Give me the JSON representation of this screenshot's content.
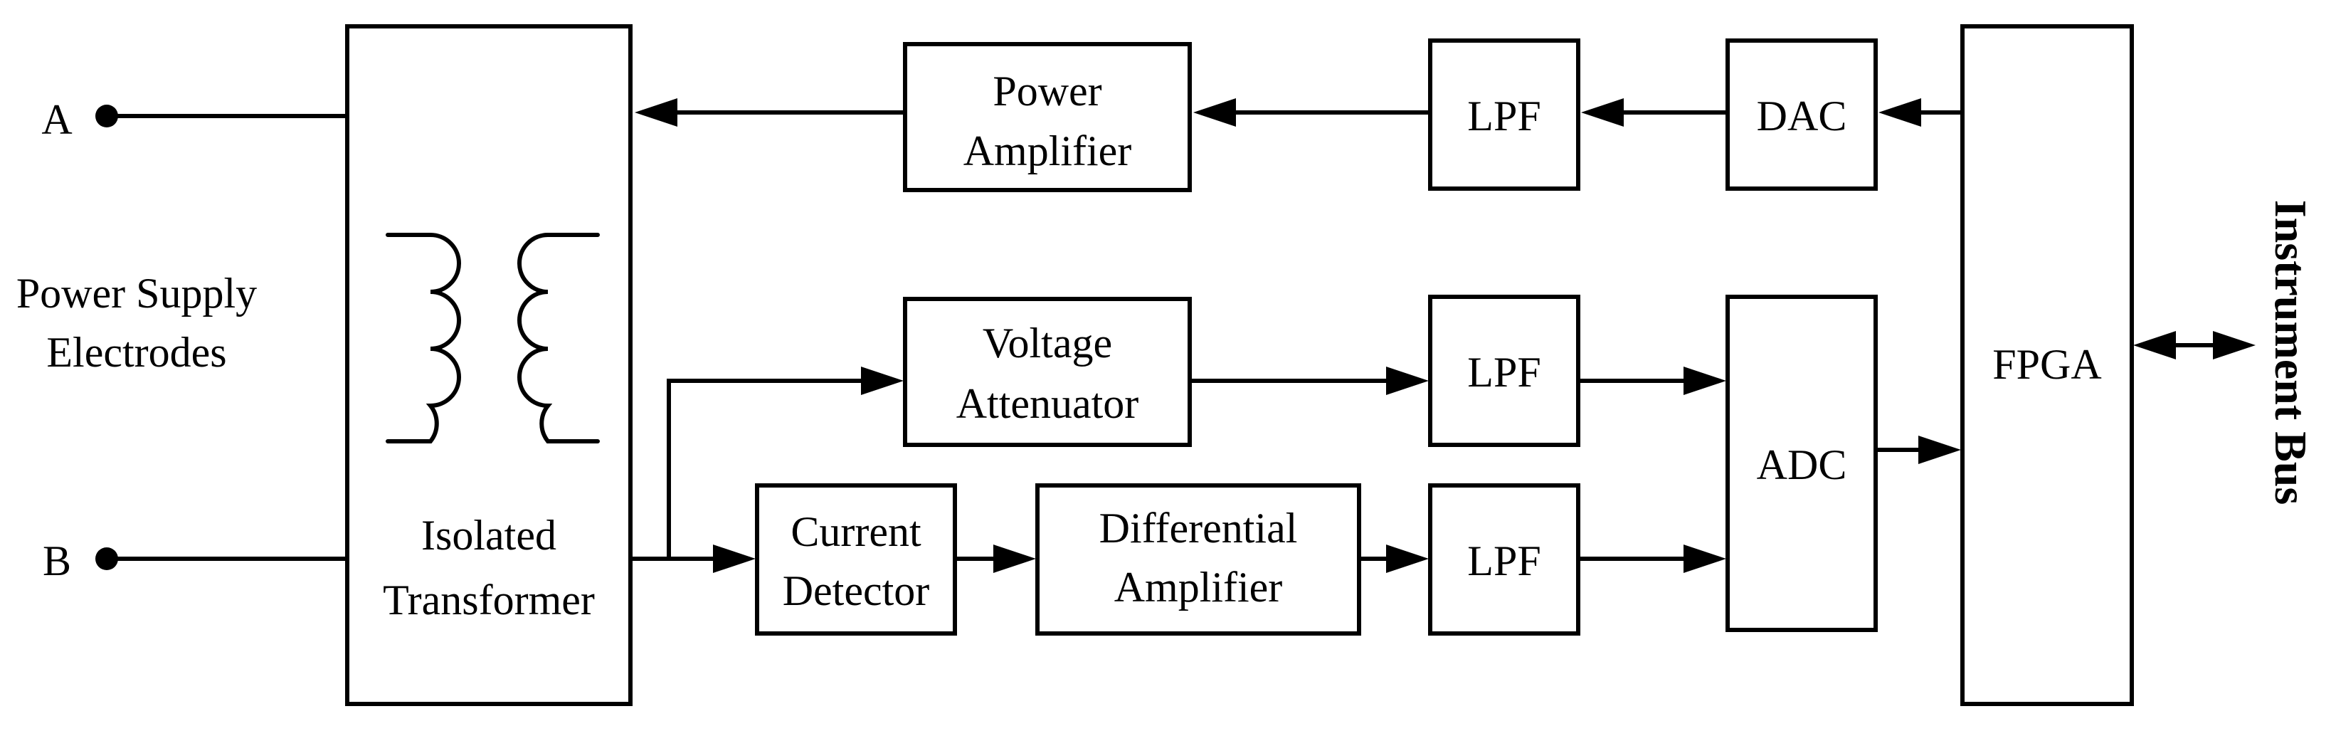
{
  "terminals": {
    "a": "A",
    "b": "B"
  },
  "side_label": {
    "line1": "Power Supply",
    "line2": "Electrodes"
  },
  "blocks": {
    "transformer": {
      "line1": "Isolated",
      "line2": "Transformer"
    },
    "power_amplifier": {
      "line1": "Power",
      "line2": "Amplifier"
    },
    "lpf_top": {
      "line1": "LPF"
    },
    "dac": {
      "line1": "DAC"
    },
    "voltage_attenuator": {
      "line1": "Voltage",
      "line2": "Attenuator"
    },
    "lpf_mid": {
      "line1": "LPF"
    },
    "adc": {
      "line1": "ADC"
    },
    "current_detector": {
      "line1": "Current",
      "line2": "Detector"
    },
    "differential_amplifier": {
      "line1": "Differential",
      "line2": "Amplifier"
    },
    "lpf_bottom": {
      "line1": "LPF"
    },
    "fpga": {
      "line1": "FPGA"
    }
  },
  "bus": {
    "label": "Instrument Bus"
  }
}
